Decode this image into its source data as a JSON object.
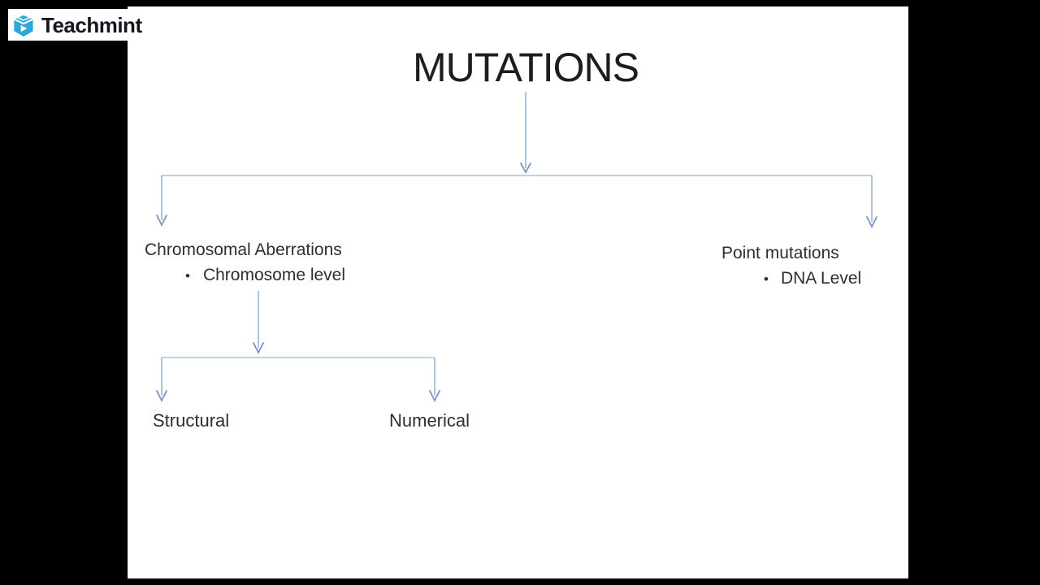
{
  "logo": {
    "text": "Teachmint",
    "icon": "teachmint-book-play-icon"
  },
  "diagram": {
    "type": "tree",
    "title": "MUTATIONS",
    "nodes": {
      "chromosomal": {
        "label": "Chromosomal Aberrations",
        "bullet": "•",
        "sub": "Chromosome level"
      },
      "point": {
        "label": "Point mutations",
        "bullet": "•",
        "sub": "DNA Level"
      },
      "structural": {
        "label": "Structural"
      },
      "numerical": {
        "label": "Numerical"
      }
    },
    "edges": [
      {
        "from": "MUTATIONS",
        "to": "Chromosomal Aberrations"
      },
      {
        "from": "MUTATIONS",
        "to": "Point mutations"
      },
      {
        "from": "Chromosomal Aberrations",
        "to": "Structural"
      },
      {
        "from": "Chromosomal Aberrations",
        "to": "Numerical"
      }
    ]
  },
  "colors": {
    "frame_bg": "#000000",
    "slide_bg": "#FFFFFF",
    "title_text": "#1D1D1D",
    "body_text": "#2E2E2E",
    "connector": "#90AFD0",
    "connector_light": "#ACC2DA",
    "connector_dark": "#7395C2",
    "brand": "#2BA7DB",
    "logo_text": "#15161F"
  }
}
